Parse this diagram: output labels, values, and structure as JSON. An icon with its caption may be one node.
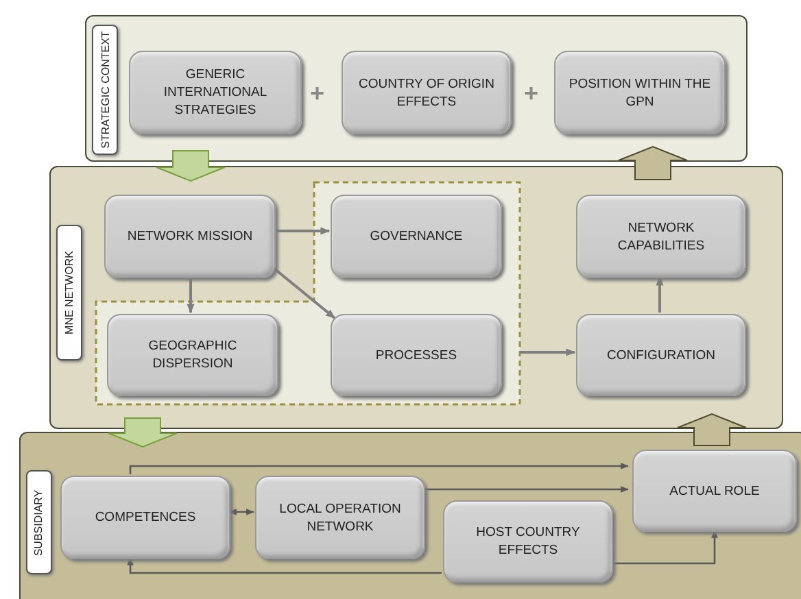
{
  "diagram": {
    "nodes": [
      {
        "text": [
          "STRATEGIC CONTEXT"
        ]
      },
      {
        "text": [
          "GENERIC INTERNATIONAL STRATEGIES"
        ],
        "in": 0
      },
      {
        "text": [
          "COUNTRY OF ORIGIN EFFECTS"
        ],
        "in": 0
      },
      {
        "text": [
          "POSITION WITHIN THE GPN"
        ],
        "in": 0
      },
      {
        "text": [
          "MNE NETWORK"
        ]
      },
      {
        "text": [
          "NETWORK MISSION"
        ],
        "in": 4
      },
      {
        "text": [],
        "shape": "box",
        "in": 4
      },
      {
        "text": [
          "GOVERNANCE"
        ],
        "in": 6
      },
      {
        "text": [
          "NETWORK CAPABILITIES"
        ],
        "in": 4
      },
      {
        "text": [
          "GEOGRAPHIC DISPERSION"
        ],
        "in": 6
      },
      {
        "text": [
          "PROCESSES"
        ],
        "in": 6
      },
      {
        "text": [
          "CONFIGURATION"
        ],
        "in": 4
      },
      {
        "text": [
          "SUBSIDIARY"
        ]
      },
      {
        "text": [
          "COMPETENCES"
        ],
        "in": 12
      },
      {
        "text": [
          "LOCAL OPERATION NETWORK"
        ],
        "in": 12
      },
      {
        "text": [
          "HOST COUNTRY EFFECTS"
        ],
        "in": 12
      },
      {
        "text": [
          "ACTUAL ROLE"
        ],
        "in": 12
      }
    ],
    "edges": [
      {
        "from": 0,
        "to": 4,
        "arrow": "to",
        "style": "thick",
        "color": "#c3d69b"
      },
      {
        "from": 4,
        "to": 0,
        "arrow": "to",
        "style": "thick",
        "color": "#c4bd97"
      },
      {
        "from": 5,
        "to": 7,
        "arrow": "to"
      },
      {
        "from": 5,
        "to": 9,
        "arrow": "to"
      },
      {
        "from": 5,
        "to": 10,
        "arrow": "to"
      },
      {
        "from": 6,
        "to": 11,
        "arrow": "to"
      },
      {
        "from": 11,
        "to": 8,
        "arrow": "to"
      },
      {
        "from": 4,
        "to": 12,
        "arrow": "to",
        "style": "thick",
        "color": "#c3d69b"
      },
      {
        "from": 12,
        "to": 4,
        "arrow": "to",
        "style": "thick",
        "color": "#c4bd97"
      },
      {
        "from": 13,
        "to": 16,
        "arrow": "to"
      },
      {
        "from": 14,
        "to": 16,
        "arrow": "to"
      },
      {
        "from": 13,
        "to": 14,
        "arrow": "both"
      },
      {
        "from": 15,
        "to": 13,
        "arrow": "to"
      },
      {
        "from": 15,
        "to": 16,
        "arrow": "to"
      }
    ],
    "labels": [
      "+",
      "+"
    ]
  }
}
